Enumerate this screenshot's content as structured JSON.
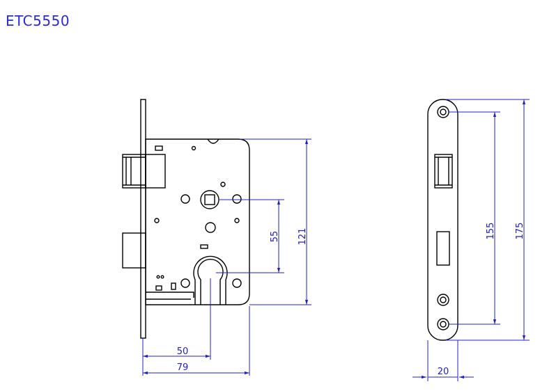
{
  "title": "ETC5550",
  "dimensions": {
    "handle_to_cylinder": "55",
    "case_height": "121",
    "backset": "50",
    "case_depth": "79",
    "faceplate_hole_spacing": "155",
    "faceplate_length": "175",
    "faceplate_width": "20"
  },
  "colors": {
    "drawing_line": "#000000",
    "dimension_line": "#1f1fd0",
    "title": "#2a2ad6"
  }
}
